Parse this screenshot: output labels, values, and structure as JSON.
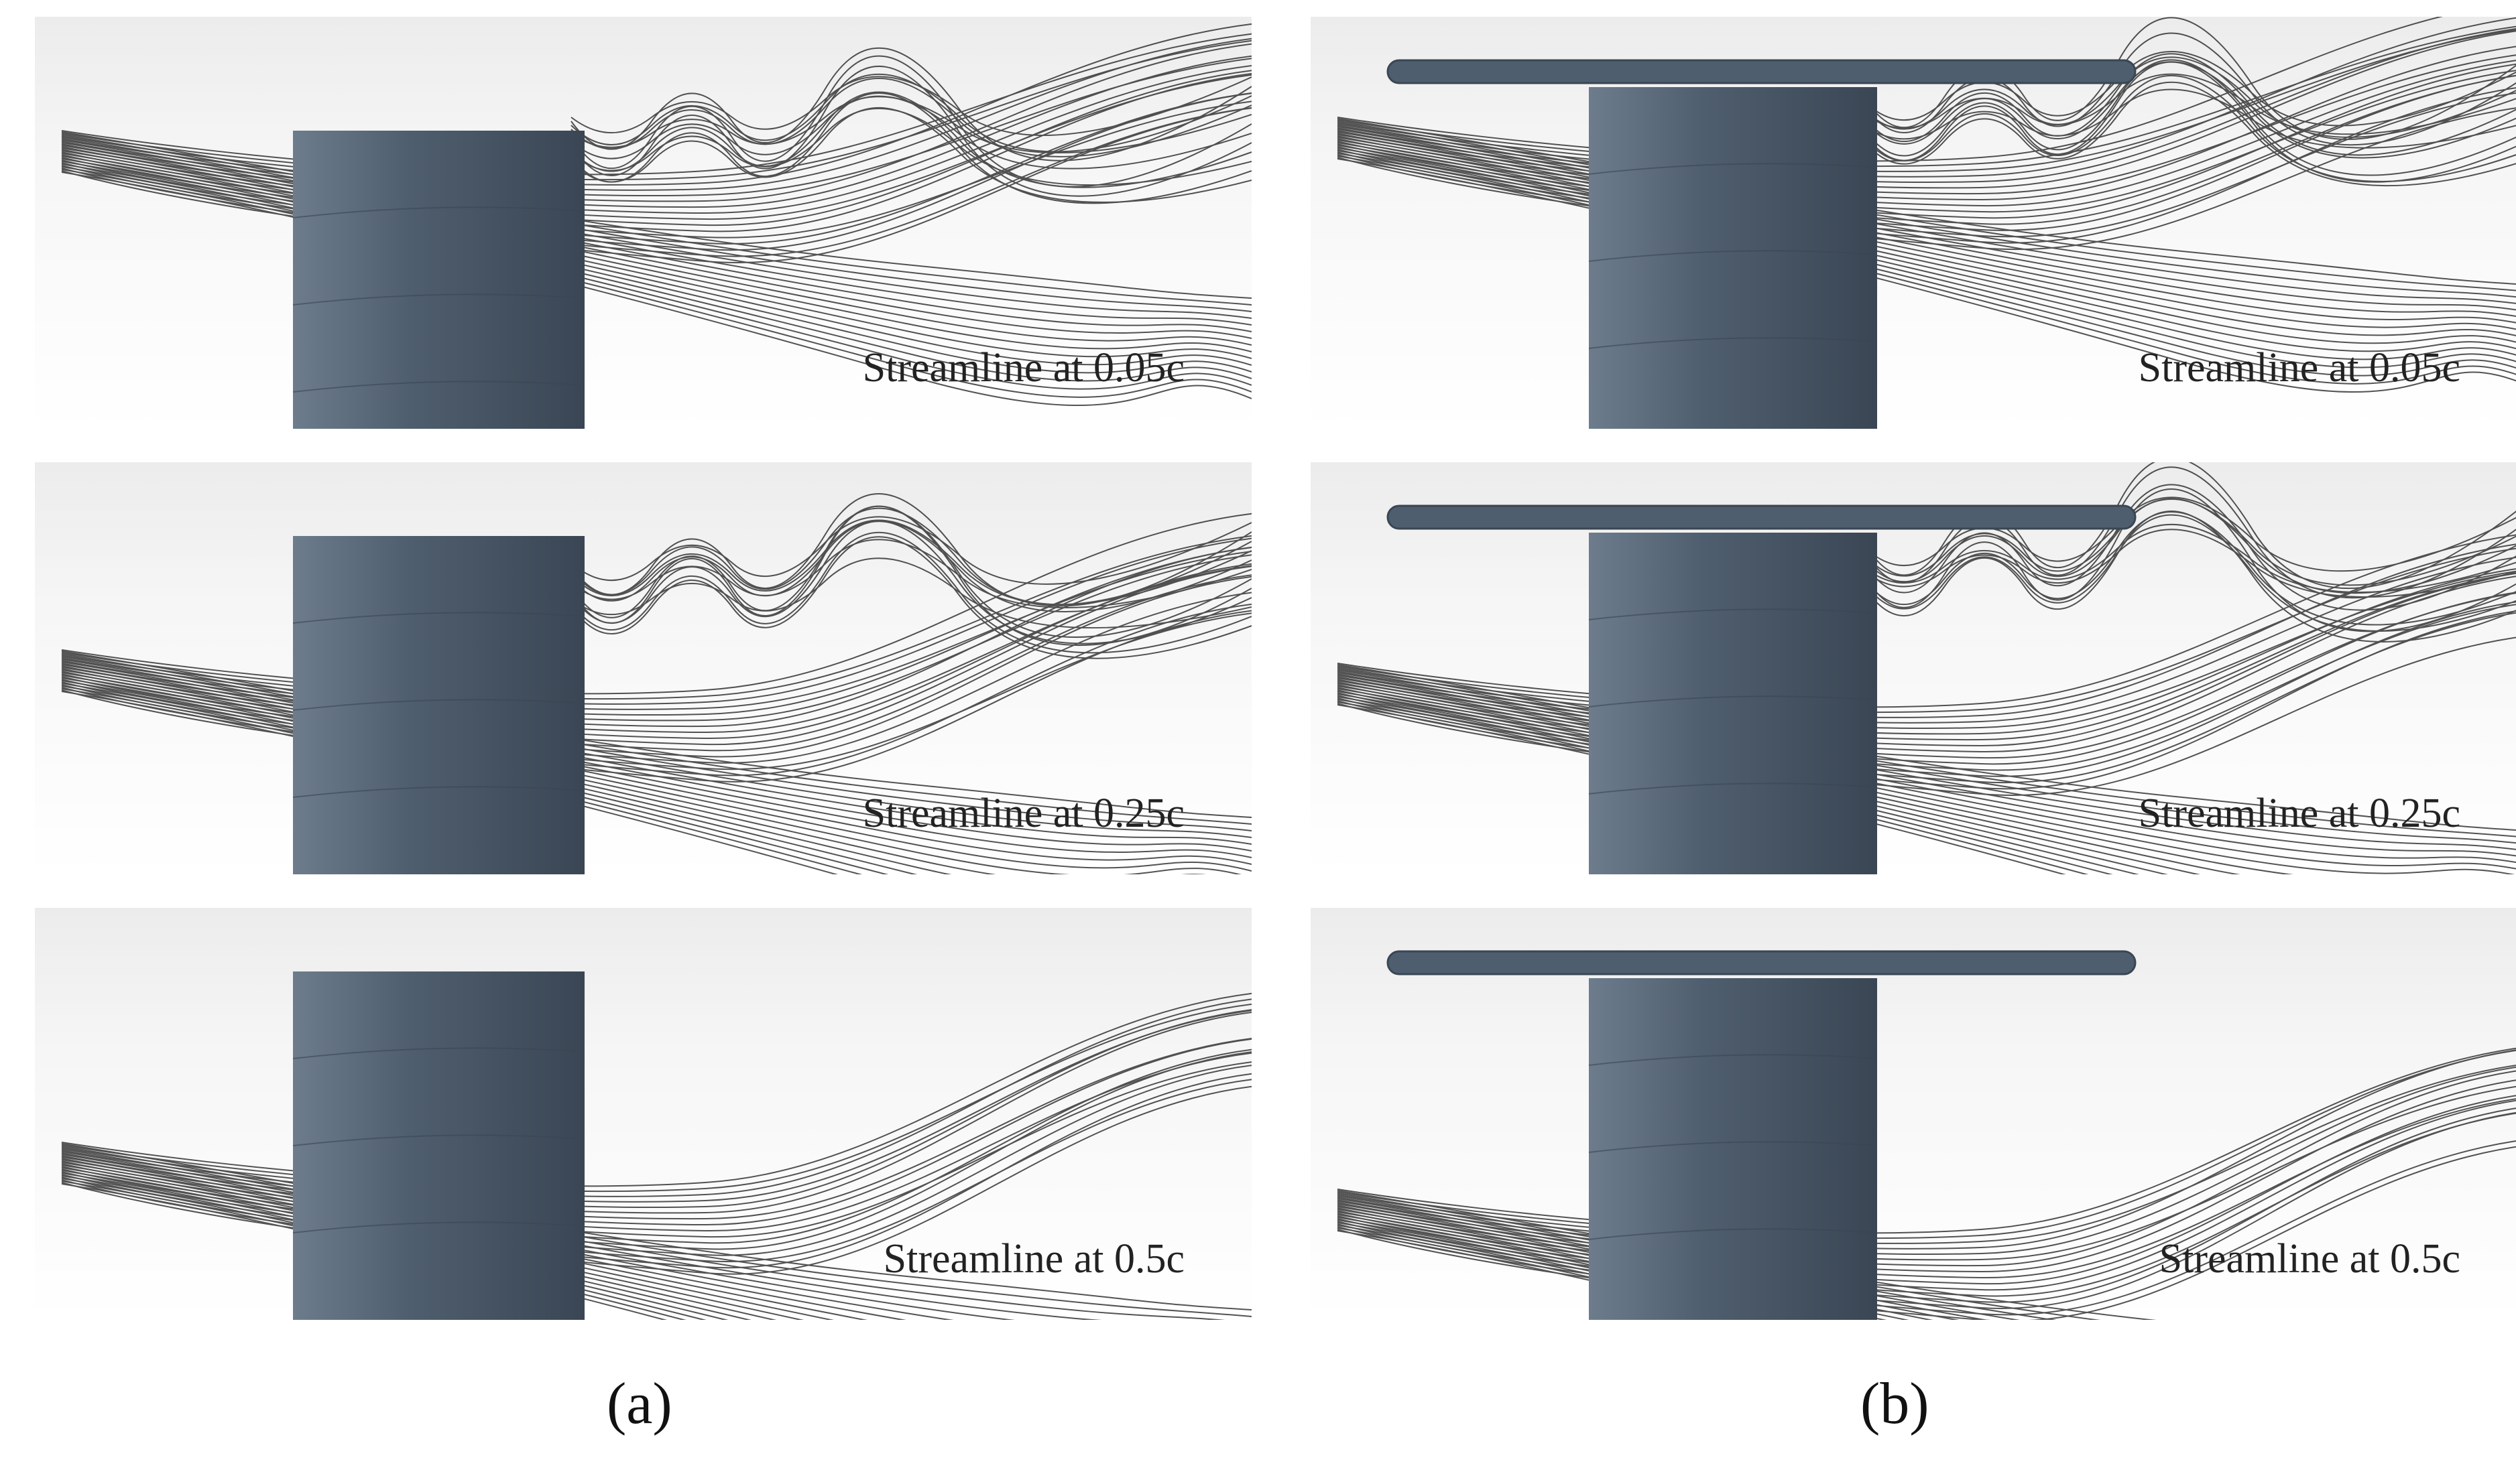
{
  "columns": [
    {
      "caption": "(a)",
      "has_endplate": false,
      "panels": [
        {
          "label": "Streamline at 0.05c",
          "seed_position": 0.05
        },
        {
          "label": "Streamline at 0.25c",
          "seed_position": 0.25
        },
        {
          "label": "Streamline at 0.5c",
          "seed_position": 0.5
        }
      ]
    },
    {
      "caption": "(b)",
      "has_endplate": true,
      "panels": [
        {
          "label": "Streamline at 0.05c",
          "seed_position": 0.05
        },
        {
          "label": "Streamline at 0.25c",
          "seed_position": 0.25
        },
        {
          "label": "Streamline at 0.5c",
          "seed_position": 0.5
        }
      ]
    }
  ],
  "colors": {
    "foil_body": "#4f5e6e",
    "foil_edge": "#3a4654",
    "foil_highlight": "#6d7c8c",
    "streamline": "#1a1a1a"
  }
}
